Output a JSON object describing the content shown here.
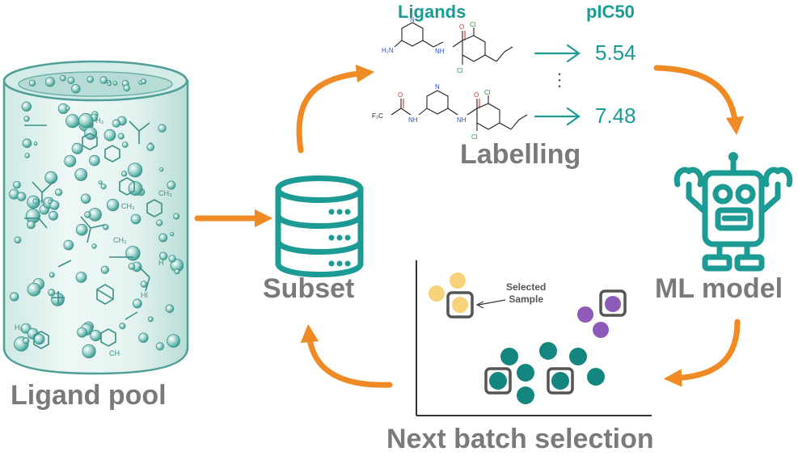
{
  "nodes": {
    "ligand_pool": "Ligand pool",
    "subset": "Subset",
    "labelling": "Labelling",
    "ml_model": "ML model",
    "next_batch": "Next batch selection"
  },
  "table": {
    "ligands_header": "Ligands",
    "pic50_header": "pIC50",
    "values": [
      "5.54",
      "7.48"
    ],
    "ellipsis": "⋮"
  },
  "molecule_atoms": {
    "nh2": "H₂N",
    "n": "N",
    "nh": "NH",
    "o": "O",
    "cl": "Cl",
    "f3c": "F₃C"
  },
  "pool_texts": [
    "H₃",
    "CH₃",
    "CH₃",
    "CH₃",
    "CH₃",
    "HI",
    "H",
    "H₃",
    "CH"
  ],
  "scatter": {
    "annotation_line1": "Selected",
    "annotation_line2": "Sample"
  },
  "colors": {
    "arrow_orange": "#f08a24",
    "teal": "#1c9b94",
    "label_gray": "#7a7a7a",
    "cluster_yellow": "#f7d27a",
    "cluster_purple": "#8e5bb9",
    "cluster_teal": "#13877f",
    "cylinder_bg": "#e6f4f2"
  },
  "icons": [
    "database-icon",
    "robot-icon",
    "cylinder-ligand-pool"
  ]
}
